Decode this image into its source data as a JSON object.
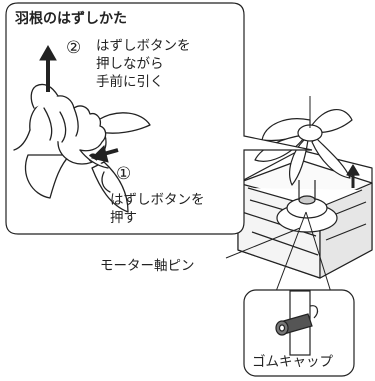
{
  "title": "羽根のはずしかた",
  "step2": {
    "number": "②",
    "lines": [
      "はずしボタンを",
      "押しながら",
      "手前に引く"
    ]
  },
  "step1": {
    "number": "①",
    "lines": [
      "はずしボタンを",
      "押す"
    ]
  },
  "labels": {
    "motor_pin": "モーター軸ピン",
    "rubber_cap": "ゴムキャップ"
  }
}
